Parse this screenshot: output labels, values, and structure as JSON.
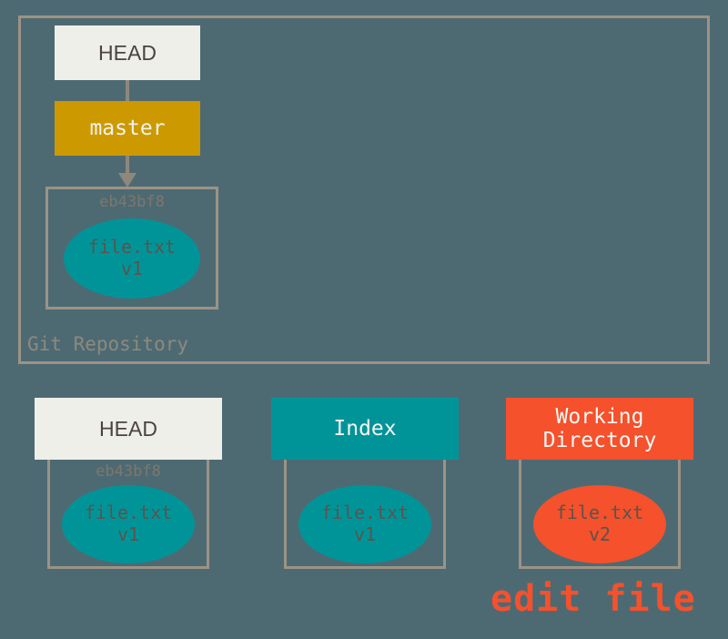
{
  "diagram": {
    "background_color": "#4d6a73",
    "repository": {
      "label": "Git Repository",
      "head_box": {
        "label": "HEAD",
        "color": "#eeefe9"
      },
      "branch_box": {
        "label": "master",
        "color": "#cc9a00"
      },
      "commit": {
        "hash": "eb43bf8",
        "blob": {
          "filename": "file.txt",
          "version": "v1",
          "color": "#009499"
        }
      }
    },
    "columns": [
      {
        "title": "HEAD",
        "title_color": "#eeefe9",
        "title_text_color": "#4a443c",
        "hash": "eb43bf8",
        "blob": {
          "filename": "file.txt",
          "version": "v1",
          "color": "#009499"
        }
      },
      {
        "title": "Index",
        "title_color": "#009499",
        "title_text_color": "#f4f5f1",
        "hash": "",
        "blob": {
          "filename": "file.txt",
          "version": "v1",
          "color": "#009499"
        }
      },
      {
        "title": "Working\nDirectory",
        "title_line1": "Working",
        "title_line2": "Directory",
        "title_color": "#f4512c",
        "title_text_color": "#f7f7f3",
        "hash": "",
        "blob": {
          "filename": "file.txt",
          "version": "v2",
          "color": "#f4512c"
        }
      }
    ],
    "caption": {
      "edit_file": "edit file",
      "color": "#f4512c"
    },
    "border_color": "#9c9385",
    "connector_color": "#8e887c"
  }
}
